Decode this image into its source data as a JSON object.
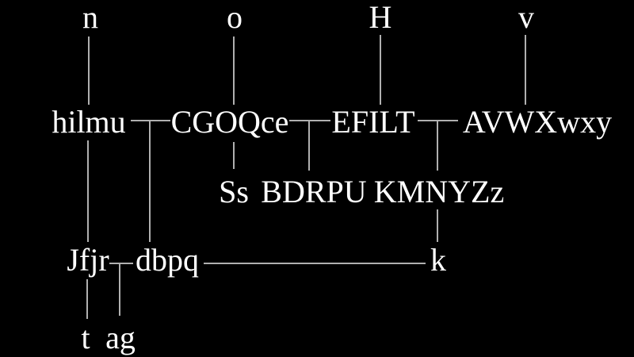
{
  "diagram": {
    "type": "letter-group-tree",
    "background": "#000000",
    "text_color": "#ffffff",
    "line_color": "#b0b0b0"
  },
  "nodes": {
    "n": {
      "label": "n"
    },
    "o": {
      "label": "o"
    },
    "H": {
      "label": "H"
    },
    "v": {
      "label": "v"
    },
    "hilmu": {
      "label": "hilmu"
    },
    "CGOQce": {
      "label": "CGOQce"
    },
    "EFILT": {
      "label": "EFILT"
    },
    "AVWXwxy": {
      "label": "AVWXwxy"
    },
    "Ss": {
      "label": "Ss"
    },
    "BDRPU": {
      "label": "BDRPU"
    },
    "KMNYZz": {
      "label": "KMNYZz"
    },
    "Jfjr": {
      "label": "Jfjr"
    },
    "dbpq": {
      "label": "dbpq"
    },
    "k": {
      "label": "k"
    },
    "t": {
      "label": "t"
    },
    "ag": {
      "label": "ag"
    }
  },
  "edges": [
    {
      "from": "n",
      "to": "hilmu"
    },
    {
      "from": "o",
      "to": "CGOQce"
    },
    {
      "from": "H",
      "to": "EFILT"
    },
    {
      "from": "v",
      "to": "AVWXwxy"
    },
    {
      "from": "hilmu",
      "to": "CGOQce"
    },
    {
      "from": "CGOQce",
      "to": "EFILT"
    },
    {
      "from": "EFILT",
      "to": "AVWXwxy"
    },
    {
      "from": "hilmu-CGOQce-junction",
      "to": "dbpq"
    },
    {
      "from": "CGOQce-EFILT-junction",
      "to": "BDRPU"
    },
    {
      "from": "EFILT-AVWXwxy-junction",
      "to": "KMNYZz"
    },
    {
      "from": "CGOQce",
      "to": "Ss"
    },
    {
      "from": "KMNYZz",
      "to": "k"
    },
    {
      "from": "hilmu",
      "to": "Jfjr"
    },
    {
      "from": "Jfjr",
      "to": "dbpq"
    },
    {
      "from": "Jfjr-dbpq-junction",
      "to": "ag"
    },
    {
      "from": "Jfjr",
      "to": "t"
    },
    {
      "from": "dbpq",
      "to": "k"
    }
  ]
}
